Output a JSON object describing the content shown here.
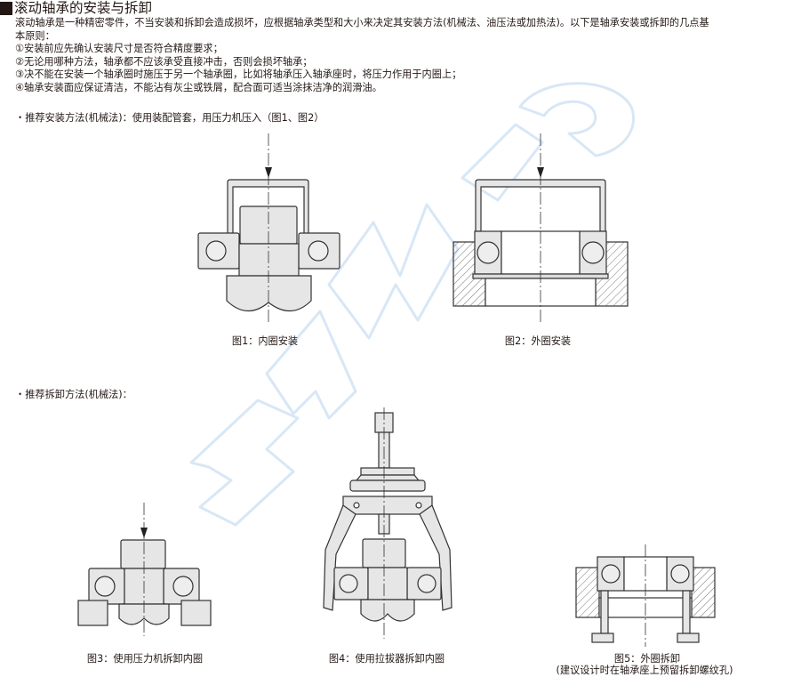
{
  "header": {
    "title": "滚动轴承的安装与拆卸"
  },
  "intro": {
    "line1": "滚动轴承是一种精密零件，不当安装和拆卸会造成损坏，应根据轴承类型和大小来决定其安装方法(机械法、油压法或加热法)。以下是轴承安装或拆卸的几点基",
    "line2": "本原则：",
    "principles": [
      "①安装前应先确认安装尺寸是否符合精度要求；",
      "②无论用哪种方法，轴承都不应该承受直接冲击，否则会损坏轴承；",
      "③决不能在安装一个轴承圈时施压于另一个轴承圈，比如将轴承压入轴承座时，将压力作用于内圈上；",
      "④轴承安装面应保证清洁，不能沾有灰尘或铁屑，配合面可适当涂抹洁净的润滑油。"
    ]
  },
  "install_section": {
    "heading": "・推荐安装方法(机械法)：使用装配管套，用压力机压入（图1、图2）",
    "figures": [
      {
        "id": "fig1",
        "caption": "图1：内圈安装"
      },
      {
        "id": "fig2",
        "caption": "图2：外圈安装"
      }
    ]
  },
  "removal_section": {
    "heading": "・推荐拆卸方法(机械法)：",
    "figures": [
      {
        "id": "fig3",
        "caption": "图3：使用压力机拆卸内圈"
      },
      {
        "id": "fig4",
        "caption": "图4：使用拉拔器拆卸内圈"
      },
      {
        "id": "fig5",
        "caption": "图5：外圈拆卸",
        "note": "(建议设计时在轴承座上预留拆卸螺纹孔)"
      }
    ]
  },
  "watermark": {
    "text": "SAMI",
    "color": "#d6e6f5"
  },
  "colors": {
    "text": "#231815",
    "part_fill": "#e8e8e8",
    "line": "#3a3a3a"
  }
}
